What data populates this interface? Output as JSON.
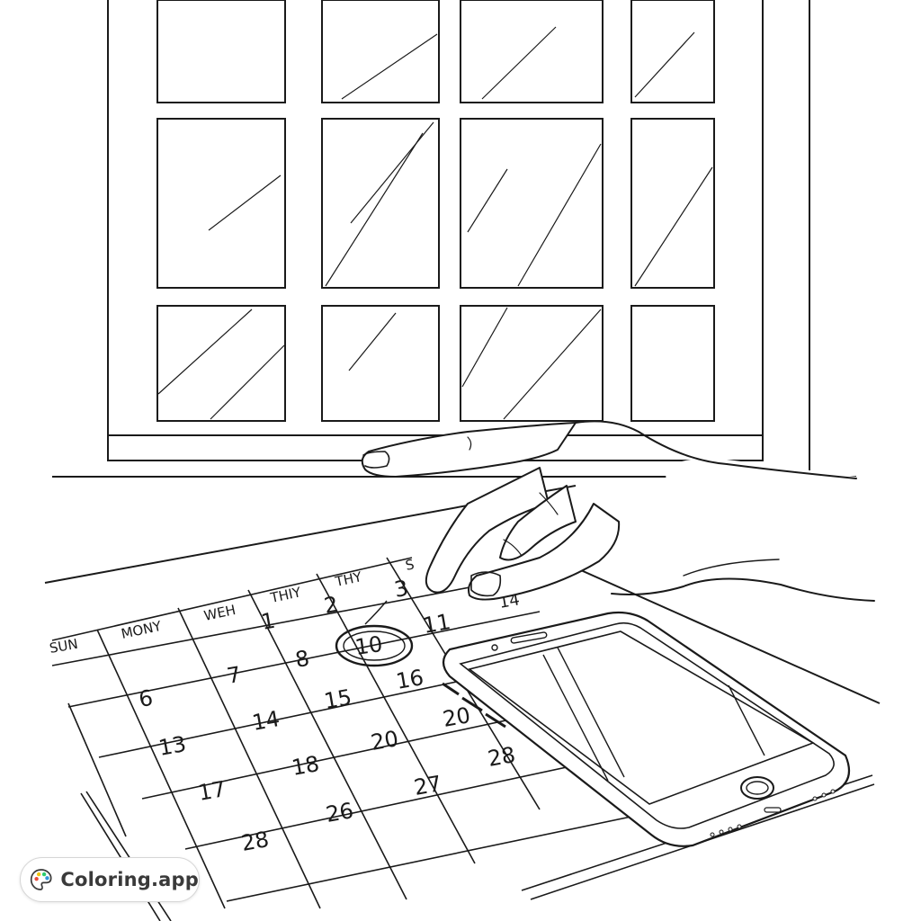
{
  "calendar": {
    "weekday_headers": [
      "SUN",
      "MONY",
      "WEH",
      "THIY",
      "THY",
      "S"
    ],
    "dates": [
      "1",
      "2",
      "3",
      "7",
      "8",
      "10",
      "11",
      "14",
      "6",
      "15",
      "16",
      "13",
      "14",
      "20",
      "20",
      "17",
      "18",
      "28",
      "26",
      "27",
      "28"
    ],
    "highlighted_date": "10"
  },
  "branding": {
    "app_name": "Coloring.app",
    "palette_colors": [
      "#e74c3c",
      "#f1c40f",
      "#2ecc71",
      "#3498db"
    ]
  },
  "colors": {
    "line": "#1a1a1a",
    "background": "#ffffff"
  }
}
